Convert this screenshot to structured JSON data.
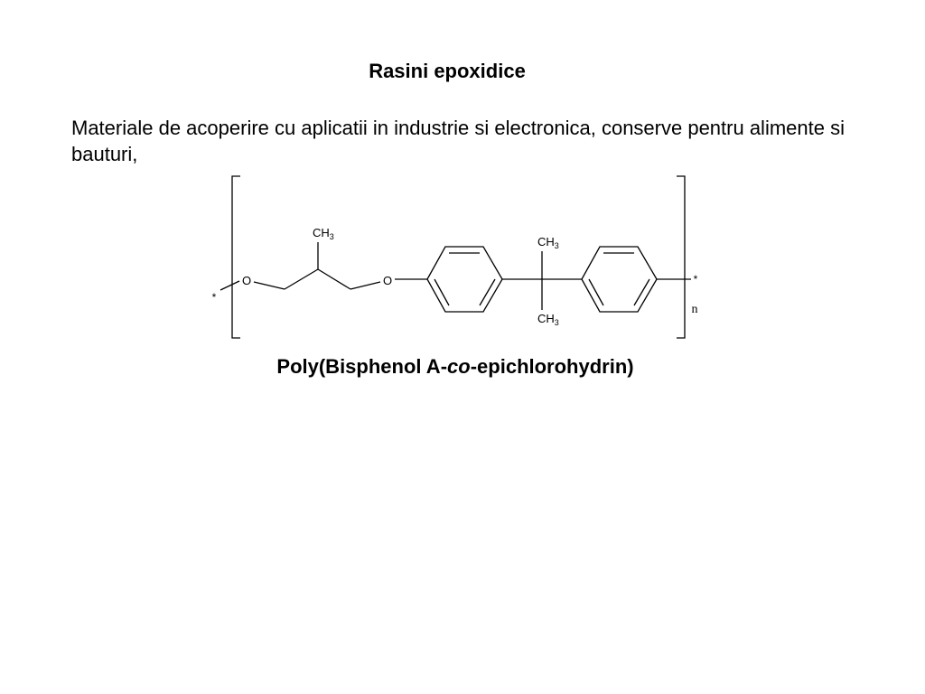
{
  "slide": {
    "title": "Rasini epoxidice",
    "body": "Materiale de acoperire cu aplicatii in industrie si electronica, conserve pentru alimente si bauturi,"
  },
  "structure": {
    "oxygen_left": "O",
    "oxygen_right": "O",
    "methyl_top_main": "CH",
    "methyl_top_sub": "3",
    "methyl_quat_top_main": "CH",
    "methyl_quat_top_sub": "3",
    "methyl_quat_bottom_main": "CH",
    "methyl_quat_bottom_sub": "3",
    "end_left": "*",
    "end_right": "*",
    "repeat_index": "n"
  },
  "caption": {
    "prefix": "Poly(Bisphenol A-",
    "italic": "co",
    "suffix": "-epichlorohydrin)"
  }
}
